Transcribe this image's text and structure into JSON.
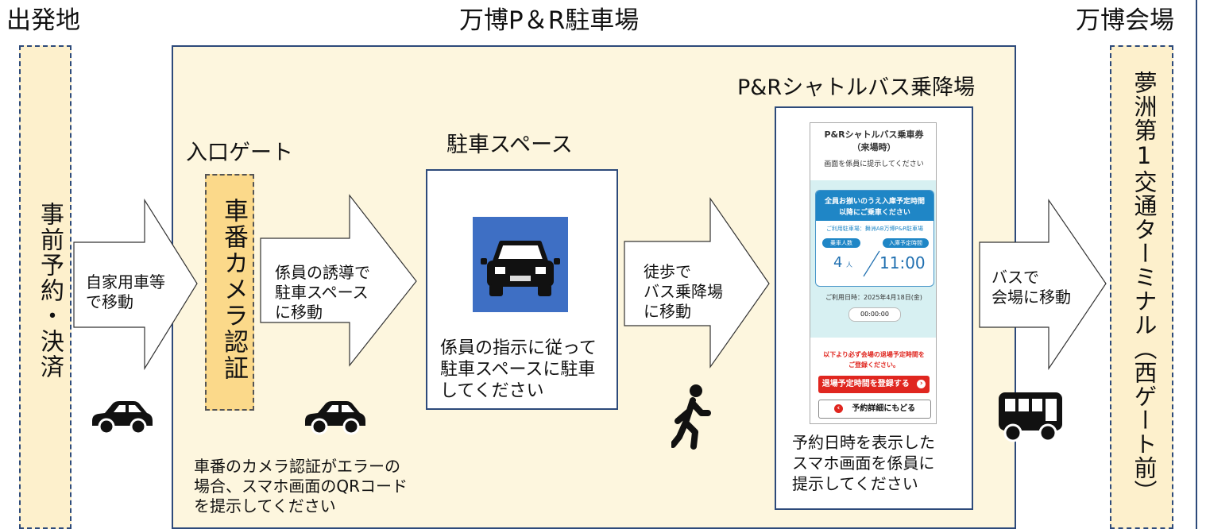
{
  "titles": {
    "origin": "出発地",
    "parking": "万博P＆R駐車場",
    "venue": "万博会場"
  },
  "columns": {
    "left_text": "事前予約・決済",
    "right_text": "夢洲第1交通ターミナル（西ゲート前）"
  },
  "gate": {
    "label": "入口ゲート",
    "box_text": "車番カメラ認証"
  },
  "arrows": {
    "a1": "自家用車等\nで移動",
    "a2": "係員の誘導で\n駐車スペース\nに移動",
    "a3": "徒歩で\nバス乗降場\nに移動",
    "a4": "バスで\n会場に移動"
  },
  "parking_space": {
    "label": "駐車スペース",
    "text": "係員の指示に従って\n駐車スペースに駐車\nしてください"
  },
  "shuttle": {
    "label": "P&Rシャトルバス乗降場",
    "text": "予約日時を表示した\nスマホ画面を係員に\n提示してください"
  },
  "note": "車番のカメラ認証がエラーの\n場合、スマホ画面のQRコード\nを提示してください",
  "phone": {
    "title1": "P&Rシャトルバス乗車券",
    "title2": "（来場時）",
    "sub": "画面を係員に提示してください",
    "card_head1": "全員お揃いのうえ入庫予定時間",
    "card_head2": "以降にご乗車ください",
    "card_loc": "ご利用駐車場：舞洲AB万博P&R駐車場",
    "pill1": "乗車人数",
    "pill2": "入庫予定時間",
    "count_num": "4",
    "count_unit": "人",
    "time": "11:00",
    "date": "ご利用日時：2025年4月18日(金)",
    "clock": "00:00:00",
    "red_note1": "以下より必ず会場の退場予定時間を",
    "red_note2": "ご登録ください。",
    "red_button": "退場予定時間を登録する",
    "back_button": "予約詳細にもどる"
  },
  "colors": {
    "border": "#2d4a7a",
    "cream": "#fdf6de",
    "column": "#fdf0cc",
    "gate_box": "#fbd98a",
    "car_tile": "#3e6fc4",
    "red": "#e0261f"
  }
}
